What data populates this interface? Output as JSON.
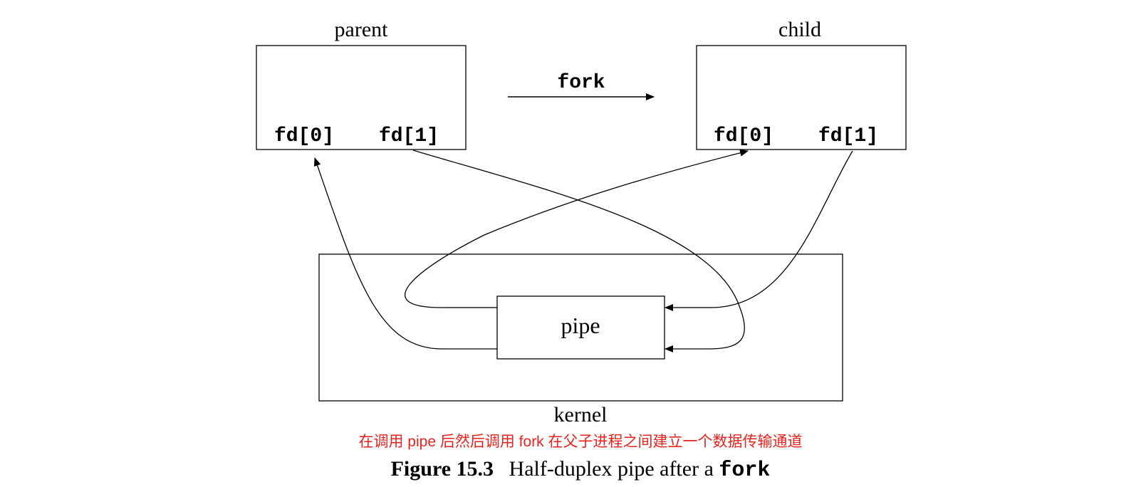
{
  "diagram": {
    "parent_label": "parent",
    "child_label": "child",
    "fork_label": "fork",
    "parent_fd0": "fd[0]",
    "parent_fd1": "fd[1]",
    "child_fd0": "fd[0]",
    "child_fd1": "fd[1]",
    "pipe_label": "pipe",
    "kernel_label": "kernel",
    "annotation": "在调用 pipe 后然后调用 fork 在父子进程之间建立一个数据传输通道",
    "annotation_color": "#e8231e",
    "caption_figure": "Figure 15.3",
    "caption_text": "Half-duplex pipe after a ",
    "caption_code": "fork"
  }
}
